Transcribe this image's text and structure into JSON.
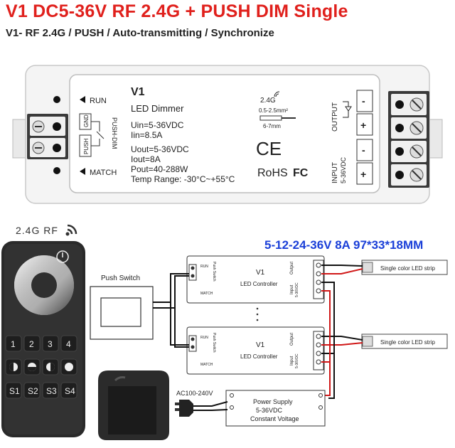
{
  "header": {
    "title": "V1 DC5-36V RF 2.4G + PUSH DIM Single",
    "subtitle": "V1- RF 2.4G / PUSH / Auto-transmitting / Synchronize"
  },
  "device": {
    "run_label": "RUN",
    "match_label": "MATCH",
    "gnd_label": "GND",
    "push_label": "PUSH",
    "push_dim_label": "PUSH-DIM",
    "model": "V1",
    "name": "LED Dimmer",
    "uin": "Uin=5-36VDC",
    "iin": "Iin=8.5A",
    "uout": "Uout=5-36VDC",
    "iout": "Iout=8A",
    "pout": "Pout=40-288W",
    "temp": "Temp Range: -30°C~+55°C",
    "rf": "2.4G",
    "wire1": "0.5-2.5mm²",
    "wire2": "6-7mm",
    "ce": "CE",
    "rohs": "RoHS",
    "fc": "FC",
    "output_label": "OUTPUT",
    "input_label": "INPUT",
    "input_voltage": "5-36VDC",
    "minus": "-",
    "plus": "+"
  },
  "remote": {
    "rf_label": "2.4G RF",
    "buttons": [
      "1",
      "2",
      "3",
      "4"
    ],
    "scene_buttons": [
      "S1",
      "S2",
      "S3",
      "S4"
    ]
  },
  "diagram": {
    "spec": "5-12-24-36V 8A 97*33*18MM",
    "push_switch": "Push Switch",
    "controller_model": "V1",
    "controller_name": "LED Controller",
    "strip_label": "Single color LED strip",
    "ac_label": "AC100-240V",
    "ps_line1": "Power Supply",
    "ps_line2": "5-36VDC",
    "ps_line3": "Constant Voltage",
    "output": "Output",
    "input": "Input",
    "input_v": "5-36VDC",
    "push_sw": "Push Switch",
    "run": "RUN",
    "match": "MATCH"
  },
  "colors": {
    "title": "#e0201c",
    "spec": "#1a3fd8",
    "remote": "#2a2a2a"
  }
}
